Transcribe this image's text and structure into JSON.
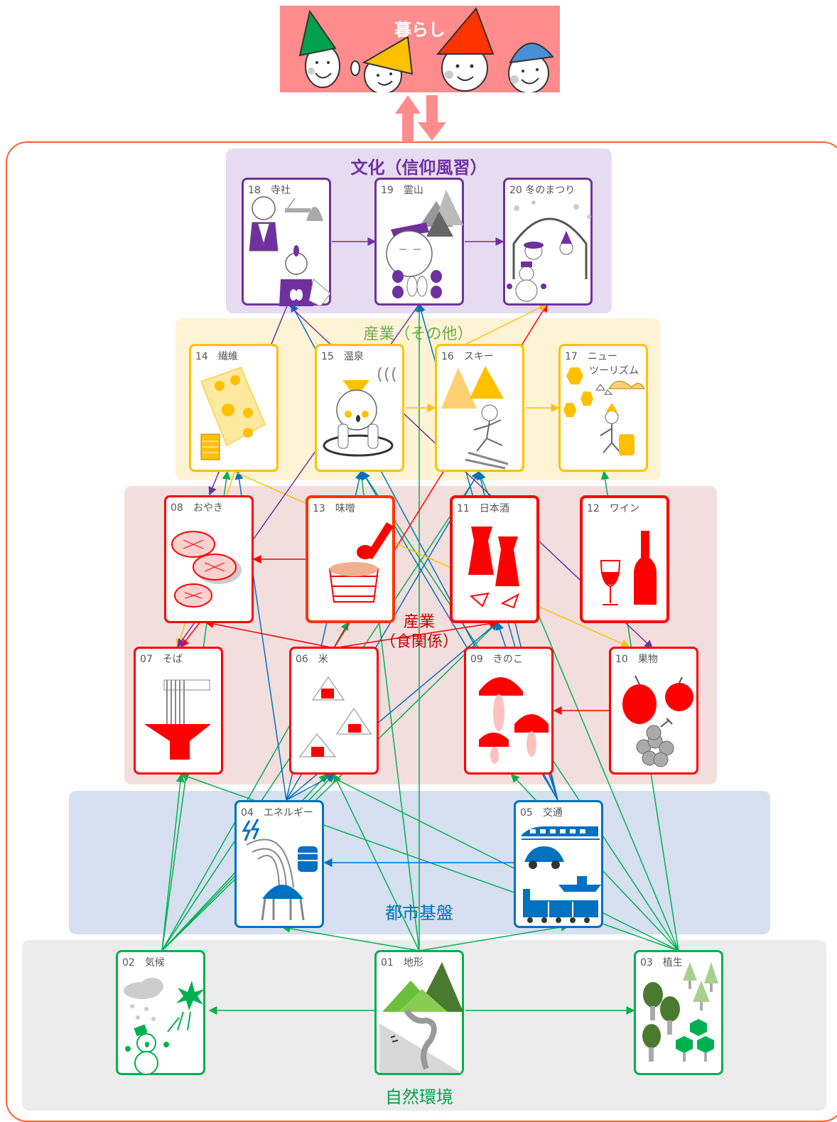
{
  "colors": {
    "life": "#ff8c8c",
    "culture": "#7030a0",
    "industry_other": "#ffc000",
    "industry_food": "#ff0000",
    "infra": "#0070c0",
    "nature": "#00b050",
    "frame": "#ff6030"
  },
  "header": {
    "title": "暮らし"
  },
  "bands": {
    "culture": "文化（信仰風習）",
    "industry_other": "産業（その他）",
    "industry_food_line1": "産業",
    "industry_food_line2": "（食関係）",
    "infra": "都市基盤",
    "nature": "自然環境"
  },
  "cards": {
    "c18": "18　寺社",
    "c19": "19　霊山",
    "c20": "20 冬のまつり",
    "c14": "14　繊維",
    "c15": "15　温泉",
    "c16": "16　スキー",
    "c17a": "17　ニュー",
    "c17b": "ツーリズム",
    "c08": "08　おやき",
    "c13": "13　味噌",
    "c11": "11　日本酒",
    "c12": "12　ワイン",
    "c07": "07　そば",
    "c06": "06　米",
    "c09": "09　きのこ",
    "c10": "10　果物",
    "c04": "04　エネルギー",
    "c05": "05　交通",
    "c02": "02　気候",
    "c01": "01　地形",
    "c03": "03　植生"
  },
  "icons": {
    "c18": "temple-monk-icon",
    "c19": "sacred-mountain-icon",
    "c20": "snow-festival-icon",
    "c14": "textile-icon",
    "c15": "hot-spring-icon",
    "c16": "ski-icon",
    "c17": "tourism-icon",
    "c08": "oyaki-icon",
    "c13": "miso-icon",
    "c11": "sake-icon",
    "c12": "wine-icon",
    "c07": "soba-icon",
    "c06": "rice-icon",
    "c09": "mushroom-icon",
    "c10": "fruit-icon",
    "c04": "energy-icon",
    "c05": "transport-icon",
    "c02": "climate-icon",
    "c01": "terrain-icon",
    "c03": "vegetation-icon"
  }
}
